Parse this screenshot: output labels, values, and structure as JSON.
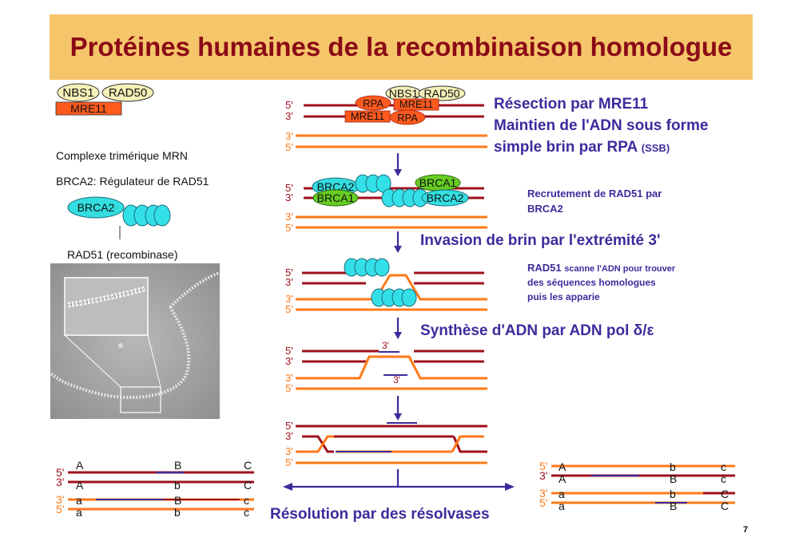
{
  "title": "Protéines humaines de la recombinaison homologue",
  "slide_number": "7",
  "colors": {
    "title_band": "#f5c56a",
    "title_text": "#8b0a16",
    "dark_strand": "#a0101e",
    "orange_strand": "#ff7a1a",
    "blue_text": "#3b2c9c",
    "nbs_rad50_fill": "#f5f0b8",
    "mre11_rpa_fill": "#ff5a1e",
    "brca2_fill": "#33dde0",
    "brca1_fill": "#66cc22",
    "rad51_fill": "#33e0e8"
  },
  "left": {
    "nbs1": "NBS1",
    "rad50": "RAD50",
    "mre11": "MRE11",
    "complexe_mrn": "Complexe trimérique MRN",
    "brca2_regulateur": "BRCA2: Régulateur de RAD51",
    "brca2": "BRCA2",
    "rad51_recombinase": "RAD51 (recombinase)"
  },
  "center": {
    "five_prime": "5'",
    "three_prime": "3'",
    "nbs1": "NBS1",
    "rad50": "RAD50",
    "rpa": "RPA",
    "mre11": "MRE11",
    "brca2": "BRCA2",
    "brca1": "BRCA1"
  },
  "steps": {
    "resection_1": "Résection par MRE11",
    "resection_2": "Maintien de l'ADN sous forme",
    "resection_3": "simple brin par RPA",
    "resection_ssb": "(SSB)",
    "recrutement_1": "Recrutement de RAD51 par",
    "recrutement_2": "BRCA2",
    "invasion": "Invasion de brin par l'extrémité 3'",
    "scan_bold": "RAD51",
    "scan_1": "scanne l'ADN pour trouver",
    "scan_2": "des séquences homologues",
    "scan_3": "puis les apparie",
    "synthese": "Synthèse d'ADN par ADN pol δ/ε",
    "resolution": "Résolution par des résolvases"
  },
  "bottom_left": {
    "labels": [
      "5'",
      "3'",
      "3'",
      "5'"
    ],
    "rows": [
      [
        "A",
        "B",
        "C"
      ],
      [
        "A",
        "b",
        "C"
      ],
      [
        "a",
        "B",
        "c"
      ],
      [
        "a",
        "b",
        "c"
      ]
    ]
  },
  "bottom_right": {
    "labels": [
      "5'",
      "3'",
      "3'",
      "5'"
    ],
    "rows": [
      [
        "A",
        "b",
        "c"
      ],
      [
        "A",
        "B",
        "c"
      ],
      [
        "a",
        "b",
        "C"
      ],
      [
        "a",
        "B",
        "C"
      ]
    ]
  }
}
